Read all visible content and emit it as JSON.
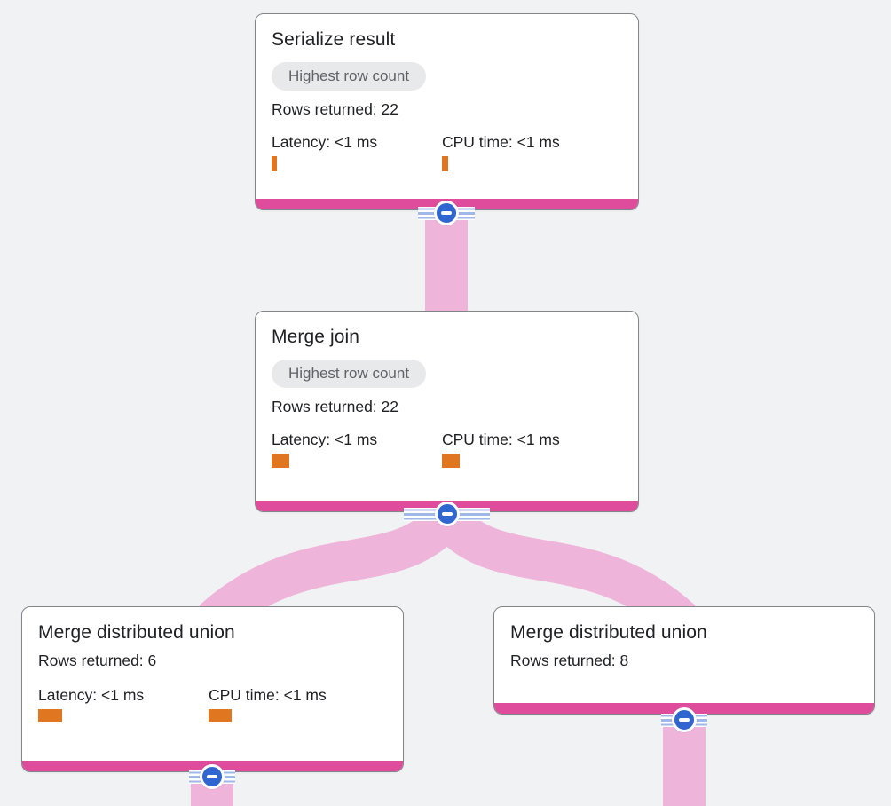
{
  "theme": {
    "bg": "#f0f2f3",
    "card-border": "#82868b",
    "text": "#202124",
    "muted": "#5f6368",
    "pill-bg": "#e8e9eb",
    "bar-pink": "#de4c9b",
    "edge-pink": "#efb4d9",
    "metric-orange": "#e0761f",
    "button-blue": "#3066cf",
    "stripe-blue": "#9fb7e9"
  },
  "icons": {
    "collapse_button": "minus-icon"
  },
  "diagram": {
    "nodes": [
      {
        "title": "Serialize result",
        "badge": "Highest row count",
        "rows_returned": "Rows returned: 22",
        "latency": {
          "label": "Latency: <1 ms",
          "bar": {
            "w": 6,
            "h": 17
          }
        },
        "cpu": {
          "label": "CPU time: <1 ms",
          "bar": {
            "w": 7,
            "h": 17
          }
        }
      },
      {
        "title": "Merge join",
        "badge": "Highest row count",
        "rows_returned": "Rows returned: 22",
        "latency": {
          "label": "Latency: <1 ms",
          "bar": {
            "w": 20,
            "h": 16
          }
        },
        "cpu": {
          "label": "CPU time: <1 ms",
          "bar": {
            "w": 20,
            "h": 16
          }
        }
      },
      {
        "title": "Merge distributed union",
        "rows_returned": "Rows returned: 6",
        "latency": {
          "label": "Latency: <1 ms",
          "bar": {
            "w": 27,
            "h": 14
          }
        },
        "cpu": {
          "label": "CPU time: <1 ms",
          "bar": {
            "w": 26,
            "h": 14
          }
        }
      },
      {
        "title": "Merge distributed union",
        "rows_returned": "Rows returned: 8"
      }
    ]
  }
}
